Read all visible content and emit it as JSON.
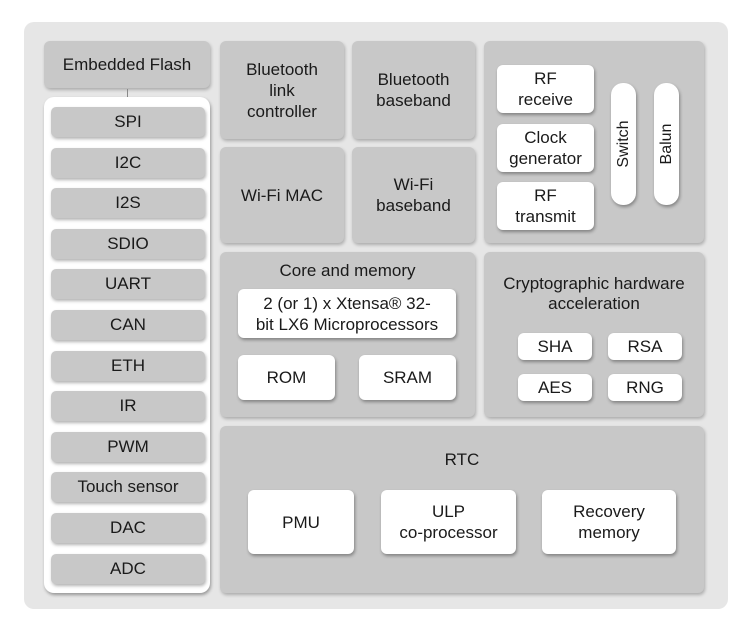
{
  "embedded_flash": "Embedded Flash",
  "peripherals": [
    "SPI",
    "I2C",
    "I2S",
    "SDIO",
    "UART",
    "CAN",
    "ETH",
    "IR",
    "PWM",
    "Touch sensor",
    "DAC",
    "ADC"
  ],
  "bluetooth_link_controller": [
    "Bluetooth",
    "link",
    "controller"
  ],
  "bluetooth_baseband": [
    "Bluetooth",
    "baseband"
  ],
  "wifi_mac": "Wi-Fi MAC",
  "wifi_baseband": [
    "Wi-Fi",
    "baseband"
  ],
  "rf": {
    "receive": [
      "RF",
      "receive"
    ],
    "clock": [
      "Clock",
      "generator"
    ],
    "transmit": [
      "RF",
      "transmit"
    ],
    "switch": "Switch",
    "balun": "Balun"
  },
  "core": {
    "title": "Core and memory",
    "processor": [
      "2 (or 1) x Xtensa® 32-",
      "bit LX6 Microprocessors"
    ],
    "rom": "ROM",
    "sram": "SRAM"
  },
  "crypto": {
    "title": [
      "Cryptographic hardware",
      "acceleration"
    ],
    "sha": "SHA",
    "rsa": "RSA",
    "aes": "AES",
    "rng": "RNG"
  },
  "rtc": {
    "title": "RTC",
    "pmu": "PMU",
    "ulp": [
      "ULP",
      "co-processor"
    ],
    "recovery": [
      "Recovery",
      "memory"
    ]
  }
}
